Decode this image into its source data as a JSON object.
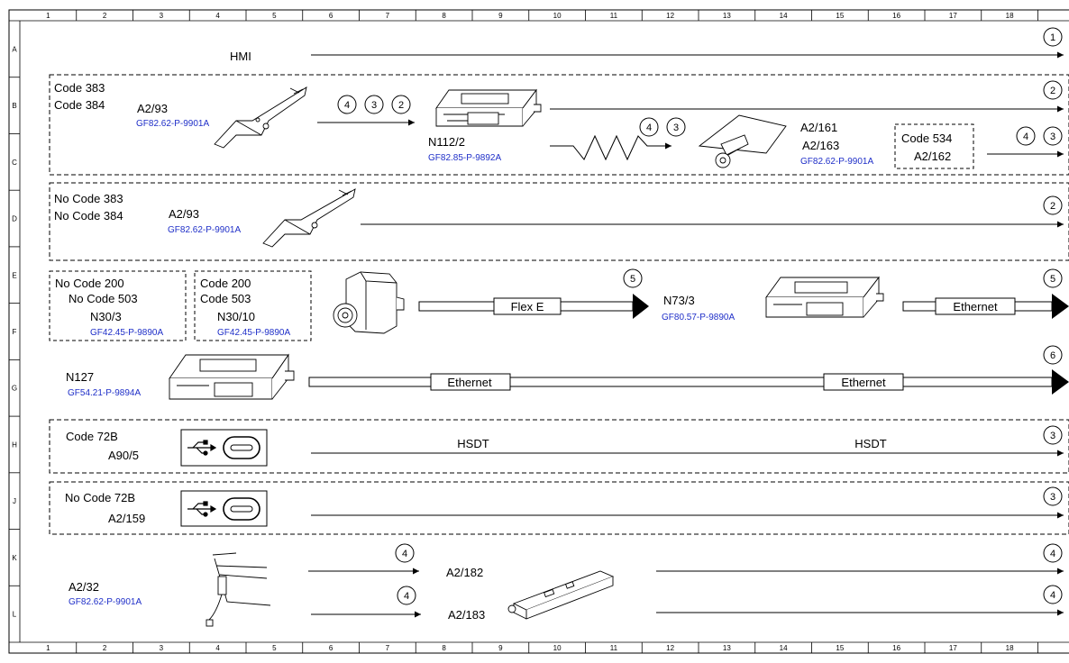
{
  "grid": {
    "columns": [
      "1",
      "2",
      "3",
      "4",
      "5",
      "6",
      "7",
      "8",
      "9",
      "10",
      "11",
      "12",
      "13",
      "14",
      "15",
      "16",
      "17",
      "18"
    ],
    "rows": [
      "A",
      "B",
      "C",
      "D",
      "E",
      "F",
      "G",
      "H",
      "J",
      "K",
      "L"
    ]
  },
  "labels": {
    "hmi": "HMI",
    "code383": "Code 383",
    "code384": "Code 384",
    "a2_93_top": "A2/93",
    "ref_a2_93_top": "GF82.62-P-9901A",
    "n112_2": "N112/2",
    "ref_n112_2": "GF82.85-P-9892A",
    "a2_161": "A2/161",
    "a2_163": "A2/163",
    "ref_a2_161": "GF82.62-P-9901A",
    "code534": "Code 534",
    "a2_162": "A2/162",
    "nocode383": "No Code 383",
    "nocode384": "No Code 384",
    "a2_93_mid": "A2/93",
    "ref_a2_93_mid": "GF82.62-P-9901A",
    "nocode200": "No Code 200",
    "nocode503": "No Code 503",
    "n30_3": "N30/3",
    "ref_n30_3": "GF42.45-P-9890A",
    "code200": "Code 200",
    "code503": "Code 503",
    "n30_10": "N30/10",
    "ref_n30_10": "GF42.45-P-9890A",
    "flexe": "Flex E",
    "n73_3": "N73/3",
    "ref_n73_3": "GF80.57-P-9890A",
    "ethernet1": "Ethernet",
    "n127": "N127",
    "ref_n127": "GF54.21-P-9894A",
    "ethernet2": "Ethernet",
    "ethernet3": "Ethernet",
    "code72b": "Code 72B",
    "a90_5": "A90/5",
    "hsdt1": "HSDT",
    "hsdt2": "HSDT",
    "nocode72b": "No Code 72B",
    "a2_159": "A2/159",
    "a2_32": "A2/32",
    "ref_a2_32": "GF82.62-P-9901A",
    "a2_182": "A2/182",
    "a2_183": "A2/183"
  },
  "markers": {
    "m_a": "1",
    "m_b1": "4",
    "m_b2": "3",
    "m_b3": "2",
    "m_b_end": "2",
    "m_c1": "4",
    "m_c2": "3",
    "m_c3": "4",
    "m_c4": "3",
    "m_d": "2",
    "m_e1": "5",
    "m_e2": "5",
    "m_g": "6",
    "m_h": "3",
    "m_j": "3",
    "m_k1": "4",
    "m_k2": "4",
    "m_l1": "4",
    "m_l2": "4"
  }
}
